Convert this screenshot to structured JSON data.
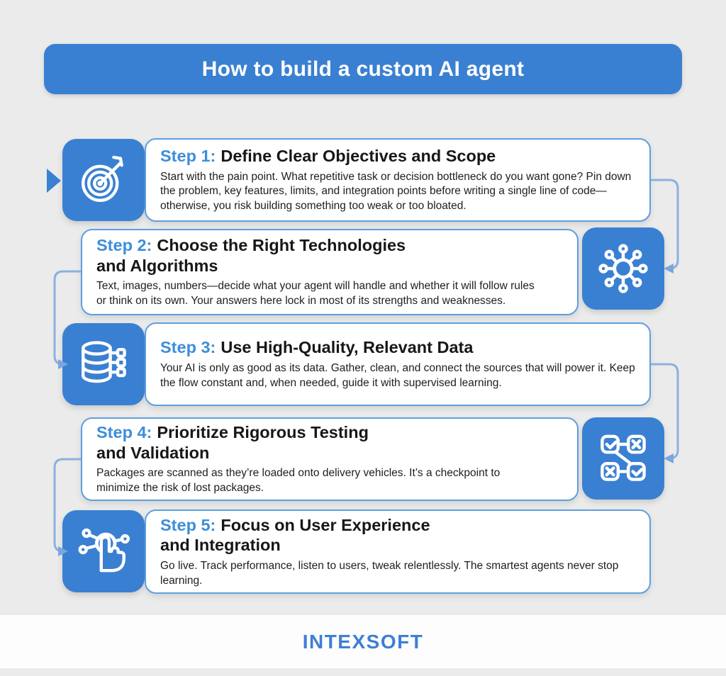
{
  "header": {
    "title": "How to build a custom AI agent"
  },
  "steps": [
    {
      "label": "Step 1:",
      "title": "Define Clear Objectives and Scope",
      "body": "Start with the pain point. What repetitive task or decision bottleneck do you want gone? Pin down the problem, key features, limits, and integration points before writing a single line of code—otherwise, you risk building something too weak or too bloated.",
      "icon": "target-icon"
    },
    {
      "label": "Step 2:",
      "title": "Choose the Right Technologies\nand Algorithms",
      "body": "Text, images, numbers—decide what your agent will handle and whether it will follow rules or think on its own. Your answers here lock in most of its strengths and weaknesses.",
      "icon": "network-hub-icon"
    },
    {
      "label": "Step 3:",
      "title": "Use High-Quality, Relevant Data",
      "body": "Your AI is only as good as its data. Gather, clean, and connect the sources that will power it. Keep the flow constant and, when needed, guide it with supervised learning.",
      "icon": "database-icon"
    },
    {
      "label": "Step 4:",
      "title": "Prioritize Rigorous Testing\nand Validation",
      "body": "Packages are scanned as they’re loaded onto delivery vehicles. It’s a checkpoint to minimize the risk of lost packages.",
      "icon": "checklist-validation-icon"
    },
    {
      "label": "Step 5:",
      "title": "Focus on User Experience\nand Integration",
      "body": "Go live. Track performance, listen to users, tweak relentlessly. The smartest agents never stop learning.",
      "icon": "tap-network-icon"
    }
  ],
  "footer": {
    "logo_text": "INTEXSOFT"
  },
  "colors": {
    "accent_blue": "#3A80D2",
    "step_label_blue": "#3D8ED9",
    "connector_blue": "#8CB0DF",
    "arrow_blue": "#7AA6DC",
    "card_border": "#5E9FE0",
    "background": "#EAEBEA",
    "logo_blue": "#3E7FD6",
    "title_text": "#FFFFFF"
  }
}
